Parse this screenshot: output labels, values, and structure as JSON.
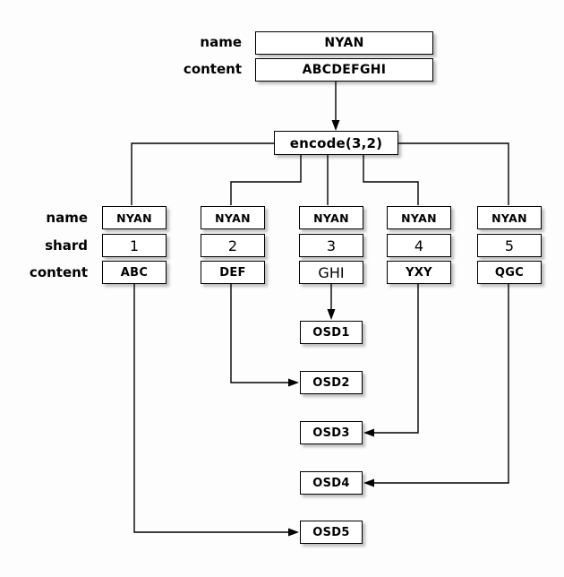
{
  "object": {
    "name_label": "name",
    "content_label": "content",
    "name": "NYAN",
    "content": "ABCDEFGHI"
  },
  "encode_label": "encode(3,2)",
  "row_labels": {
    "name": "name",
    "shard": "shard",
    "content": "content"
  },
  "shards": [
    {
      "name": "NYAN",
      "shard": "1",
      "content": "ABC"
    },
    {
      "name": "NYAN",
      "shard": "2",
      "content": "DEF"
    },
    {
      "name": "NYAN",
      "shard": "3",
      "content": "GHI"
    },
    {
      "name": "NYAN",
      "shard": "4",
      "content": "YXY"
    },
    {
      "name": "NYAN",
      "shard": "5",
      "content": "QGC"
    }
  ],
  "osds": [
    "OSD1",
    "OSD2",
    "OSD3",
    "OSD4",
    "OSD5"
  ],
  "connections": [
    {
      "from": "object ABCDEFGHI",
      "to": "encode(3,2)"
    },
    {
      "from": "encode(3,2)",
      "to": "shard 1"
    },
    {
      "from": "encode(3,2)",
      "to": "shard 2"
    },
    {
      "from": "encode(3,2)",
      "to": "shard 3"
    },
    {
      "from": "encode(3,2)",
      "to": "shard 4"
    },
    {
      "from": "encode(3,2)",
      "to": "shard 5"
    },
    {
      "from": "shard 1 (ABC)",
      "to": "OSD5"
    },
    {
      "from": "shard 2 (DEF)",
      "to": "OSD2"
    },
    {
      "from": "shard 3 (GHI)",
      "to": "OSD1"
    },
    {
      "from": "shard 4 (YXY)",
      "to": "OSD3"
    },
    {
      "from": "shard 5 (QGC)",
      "to": "OSD4"
    }
  ],
  "colors": {
    "background": "#fdfdfd",
    "box_fill": "#ffffff",
    "box_border": "#000000",
    "box_shadow": "#bdbdbd",
    "line": "#000000",
    "text": "#000000"
  }
}
